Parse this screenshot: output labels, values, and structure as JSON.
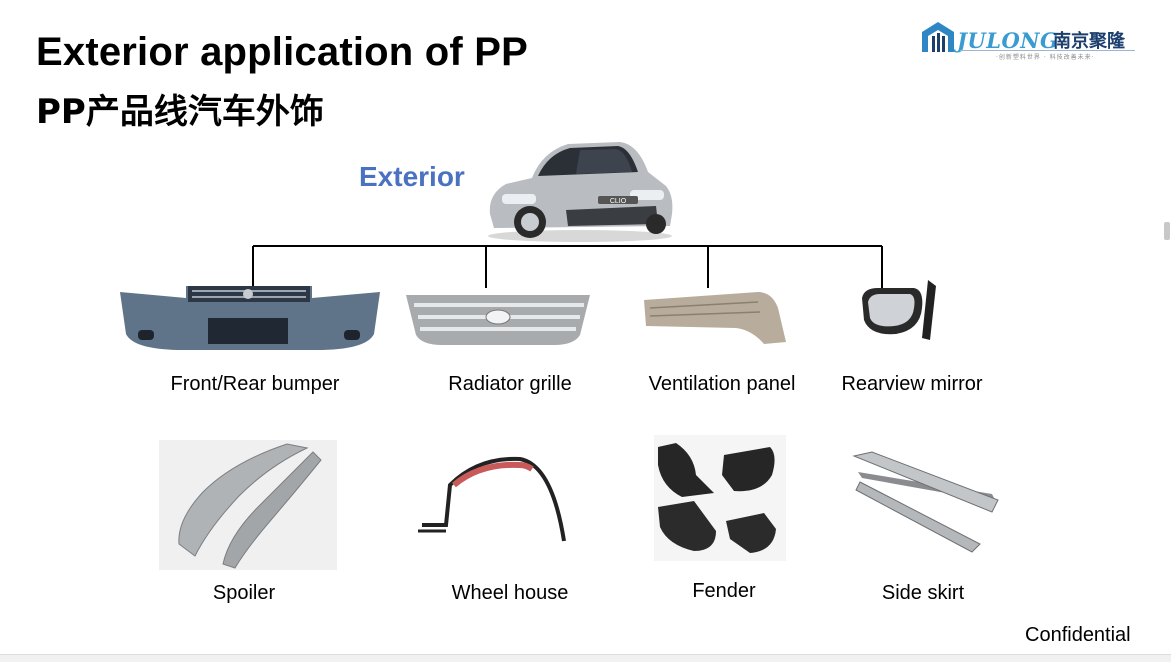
{
  "slide": {
    "title_en": "Exterior application of PP",
    "title_zh": "PP产品线汽车外饰",
    "exterior_label": "Exterior",
    "confidential": "Confidential"
  },
  "logo": {
    "brand": "JULONG",
    "brand_zh": "南京聚隆",
    "slogan": "·创新塑料世界 · 科技改善未来·"
  },
  "car_badge": "CLIO",
  "parts_row1": [
    {
      "label": "Front/Rear bumper",
      "icon": "bumper-icon"
    },
    {
      "label": "Radiator grille",
      "icon": "grille-icon"
    },
    {
      "label": "Ventilation panel",
      "icon": "ventilation-panel-icon"
    },
    {
      "label": "Rearview mirror",
      "icon": "mirror-icon"
    }
  ],
  "parts_row2": [
    {
      "label": "Spoiler",
      "icon": "spoiler-icon"
    },
    {
      "label": "Wheel house",
      "icon": "wheel-house-icon"
    },
    {
      "label": "Fender",
      "icon": "fender-icon"
    },
    {
      "label": "Side skirt",
      "icon": "side-skirt-icon"
    }
  ],
  "colors": {
    "exterior_label": "#4a72c0",
    "logo_blue": "#3a9bd0",
    "logo_navy": "#1d3f6e"
  }
}
